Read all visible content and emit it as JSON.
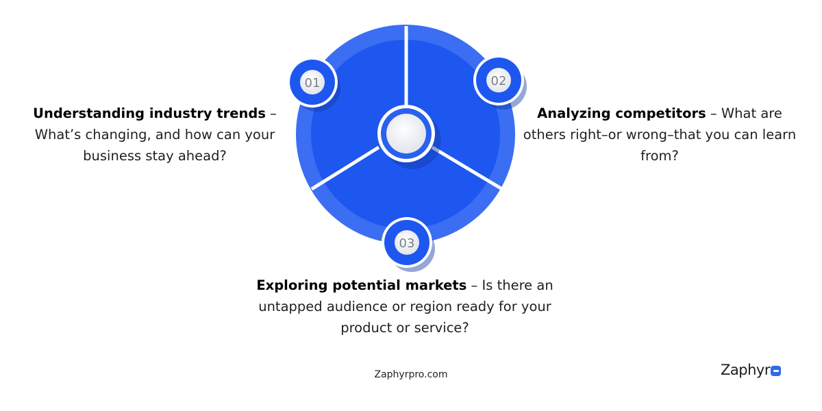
{
  "items": [
    {
      "number": "01",
      "title": "Understanding industry trends",
      "separator": " – ",
      "description": "What’s changing, and how can your business stay ahead?"
    },
    {
      "number": "02",
      "title": "Analyzing competitors",
      "separator": " – ",
      "description": "What are others right–or wrong–that you can learn from?"
    },
    {
      "number": "03",
      "title": "Exploring potential markets",
      "separator": " – ",
      "description": "Is there an untapped audience or region ready for your product or service?"
    }
  ],
  "footer": {
    "url": "Zaphyrpro.com",
    "logo_text": "Zaphyr",
    "logo_icon": "zaphyr-logo-mark"
  },
  "colors": {
    "primary_blue": "#1e57f0",
    "ring_blue": "#3b6ef3",
    "badge_border": "#ffffff",
    "center_circle": "#f1f2f5"
  }
}
